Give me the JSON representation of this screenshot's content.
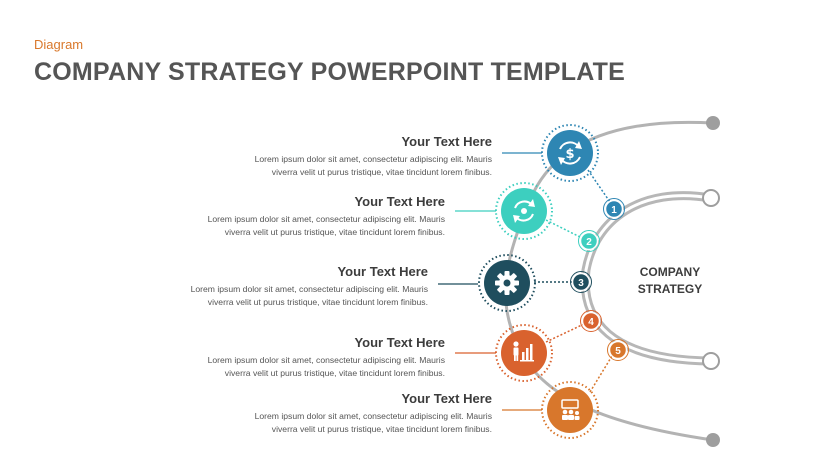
{
  "header": {
    "eyebrow": "Diagram",
    "title": "COMPANY STRATEGY POWERPOINT TEMPLATE"
  },
  "center_label": "COMPANY\nSTRATEGY",
  "items": [
    {
      "heading": "Your Text Here",
      "line1": "Lorem ipsum dolor sit amet, consectetur adipiscing elit. Mauris",
      "line2": "viverra velit ut purus tristique, vitae tincidunt lorem finibus.",
      "number": "1",
      "color": "#2e86b3",
      "icon": "dollar-refresh-icon"
    },
    {
      "heading": "Your Text Here",
      "line1": "Lorem ipsum dolor sit amet, consectetur adipiscing elit. Mauris",
      "line2": "viverra velit ut purus tristique, vitae tincidunt lorem finibus.",
      "number": "2",
      "color": "#3dcfbf",
      "icon": "refresh-icon"
    },
    {
      "heading": "Your Text Here",
      "line1": "Lorem ipsum dolor sit amet, consectetur adipiscing elit. Mauris",
      "line2": "viverra velit ut purus tristique, vitae tincidunt lorem finibus.",
      "number": "3",
      "color": "#1f4e5e",
      "icon": "gear-icon"
    },
    {
      "heading": "Your Text Here",
      "line1": "Lorem ipsum dolor sit amet, consectetur adipiscing elit. Mauris",
      "line2": "viverra velit ut purus tristique, vitae tincidunt lorem finibus.",
      "number": "4",
      "color": "#d9622e",
      "icon": "presenter-chart-icon"
    },
    {
      "heading": "Your Text Here",
      "line1": "Lorem ipsum dolor sit amet, consectetur adipiscing elit. Mauris",
      "line2": "viverra velit ut purus tristique, vitae tincidunt lorem finibus.",
      "number": "5",
      "color": "#d8772c",
      "icon": "team-board-icon"
    }
  ],
  "colors": {
    "title": "#555555",
    "eyebrow": "#d9782b",
    "track": "#a6a6a6"
  }
}
